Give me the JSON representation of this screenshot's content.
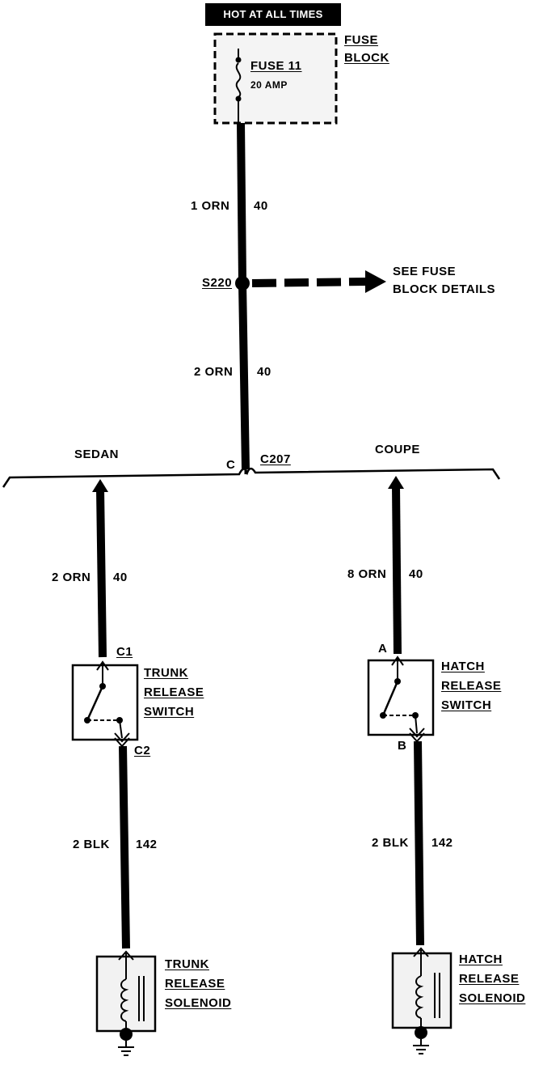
{
  "power": {
    "hot_label": "HOT AT ALL TIMES"
  },
  "fuse_block": {
    "label_line1": "FUSE",
    "label_line2": "BLOCK",
    "fuse_name": "FUSE 11",
    "fuse_rating": "20 AMP"
  },
  "wires": {
    "w1": {
      "gauge_color": "1 ORN",
      "circuit": "40"
    },
    "w2": {
      "gauge_color": "2 ORN",
      "circuit": "40"
    },
    "w3": {
      "gauge_color": "2 ORN",
      "circuit": "40"
    },
    "w4": {
      "gauge_color": "8 ORN",
      "circuit": "40"
    },
    "w5": {
      "gauge_color": "2 BLK",
      "circuit": "142"
    },
    "w6": {
      "gauge_color": "2 BLK",
      "circuit": "142"
    }
  },
  "splice": {
    "name": "S220",
    "note_line1": "SEE FUSE",
    "note_line2": "BLOCK DETAILS"
  },
  "connector": {
    "pin": "C",
    "name": "C207"
  },
  "variants": {
    "left": "SEDAN",
    "right": "COUPE"
  },
  "trunk_switch": {
    "line1": "TRUNK",
    "line2": "RELEASE",
    "line3": "SWITCH",
    "pin_top": "C1",
    "pin_bottom": "C2"
  },
  "hatch_switch": {
    "line1": "HATCH",
    "line2": "RELEASE",
    "line3": "SWITCH",
    "pin_top": "A",
    "pin_bottom": "B"
  },
  "trunk_solenoid": {
    "line1": "TRUNK",
    "line2": "RELEASE",
    "line3": "SOLENOID"
  },
  "hatch_solenoid": {
    "line1": "HATCH",
    "line2": "RELEASE",
    "line3": "SOLENOID"
  }
}
